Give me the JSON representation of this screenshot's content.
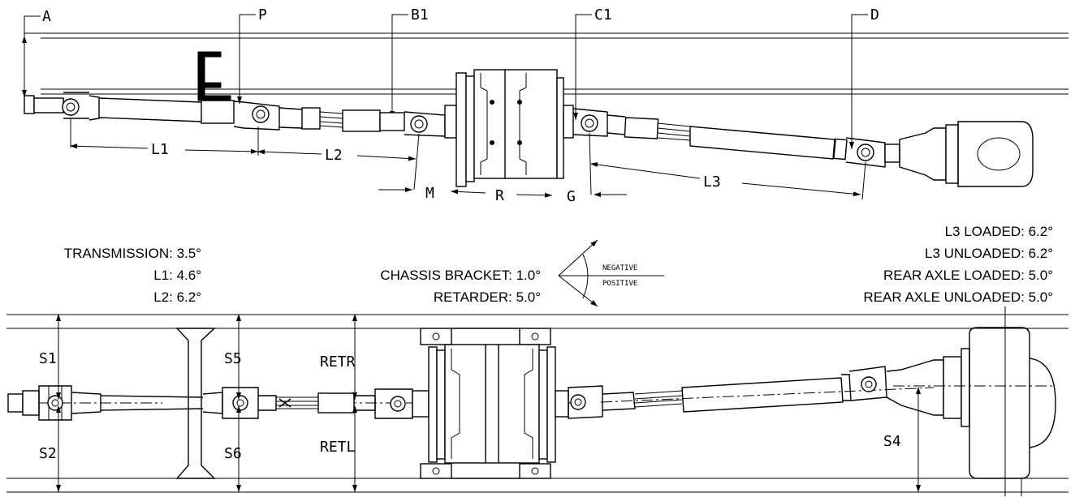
{
  "side_view": {
    "ref_labels": {
      "A": "A",
      "P": "P",
      "B1": "B1",
      "C1": "C1",
      "D": "D"
    },
    "dims": {
      "L1": "L1",
      "L2": "L2",
      "L3": "L3",
      "M": "M",
      "R": "R",
      "G": "G"
    }
  },
  "angles_left": [
    {
      "label": "TRANSMISSION:",
      "value": "3.5°"
    },
    {
      "label": "L1:",
      "value": "4.6°"
    },
    {
      "label": "L2:",
      "value": "6.2°"
    }
  ],
  "angles_center": [
    {
      "label": "CHASSIS BRACKET:",
      "value": "1.0°"
    },
    {
      "label": "RETARDER:",
      "value": "5.0°"
    }
  ],
  "angles_right": [
    {
      "label": "L3 LOADED:",
      "value": "6.2°"
    },
    {
      "label": "L3 UNLOADED:",
      "value": "6.2°"
    },
    {
      "label": "REAR AXLE LOADED:",
      "value": "5.0°"
    },
    {
      "label": "REAR AXLE UNLOADED:",
      "value": "5.0°"
    }
  ],
  "sign_legend": {
    "negative": "NEGATIVE",
    "positive": "POSITIVE"
  },
  "top_view": {
    "labels": {
      "S1": "S1",
      "S2": "S2",
      "S5": "S5",
      "S6": "S6",
      "RETR": "RETR",
      "RETL": "RETL",
      "S4": "S4"
    }
  }
}
